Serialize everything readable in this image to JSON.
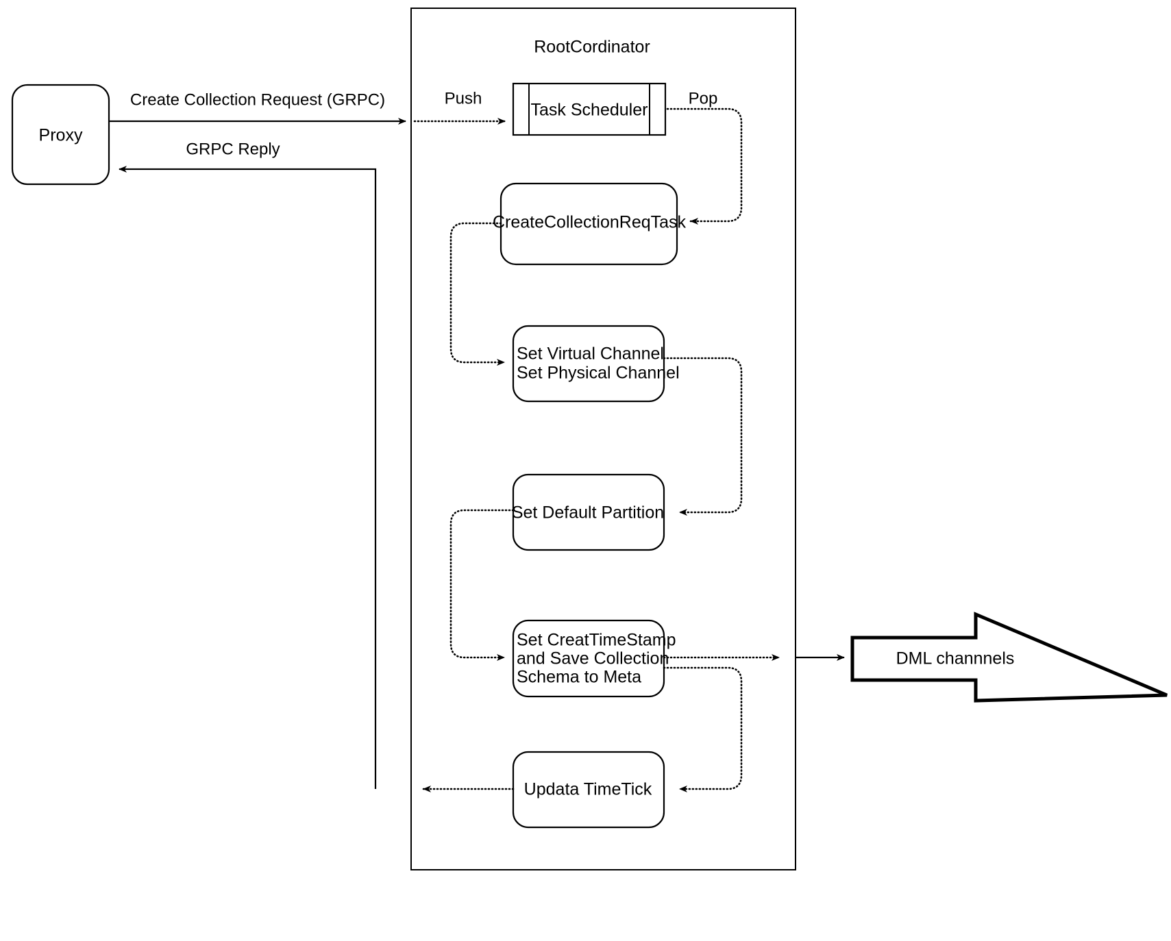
{
  "diagram": {
    "title_text": "RootCordinator",
    "external_nodes": [
      {
        "id": "proxy",
        "label": "Proxy"
      },
      {
        "id": "dml",
        "label": "DML channnels"
      }
    ],
    "container": {
      "name": "RootCordinator",
      "label": "RootCordinator"
    },
    "nodes": [
      {
        "id": "task-scheduler",
        "label": "Task Scheduler",
        "shape": "queue"
      },
      {
        "id": "create-collection-req-task",
        "label": "CreateCollectionReqTask",
        "shape": "rounded-rect"
      },
      {
        "id": "set-channel",
        "lines": [
          "Set Virtual Channel",
          "Set Physical Channel"
        ],
        "shape": "rounded-rect"
      },
      {
        "id": "set-default-partition",
        "label": "Set Default Partition",
        "shape": "rounded-rect"
      },
      {
        "id": "set-timestamp-save-schema",
        "lines": [
          "Set CreatTimeStamp",
          "and Save Collection",
          "Schema to Meta"
        ],
        "shape": "rounded-rect"
      },
      {
        "id": "update-timetick",
        "label": "Updata TimeTick",
        "shape": "rounded-rect"
      }
    ],
    "edge_labels": {
      "create_collection_request": "Create Collection Request (GRPC)",
      "grpc_reply": "GRPC Reply",
      "push": "Push",
      "pop": "Pop"
    },
    "colors": {
      "stroke": "#000000",
      "fill": "#ffffff",
      "text": "#000000"
    }
  }
}
